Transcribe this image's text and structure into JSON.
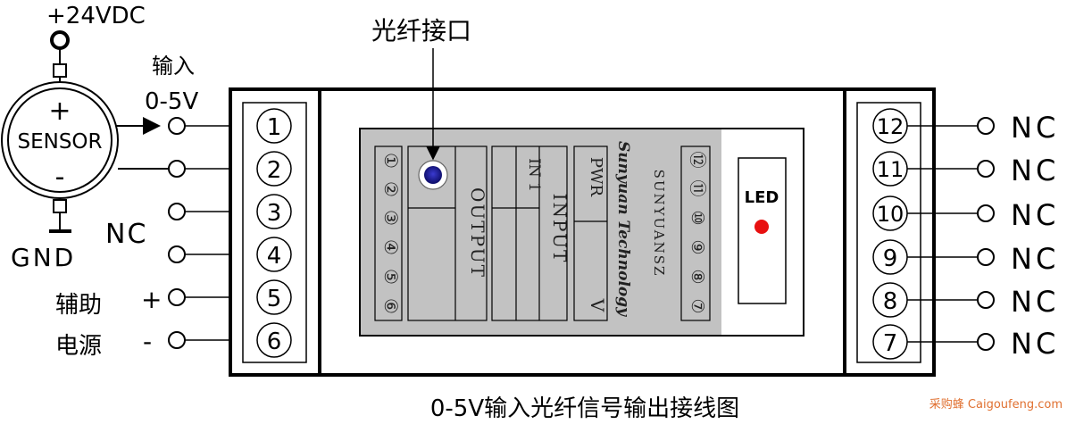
{
  "sensor": {
    "supply": "+24VDC",
    "plus": "+",
    "label": "SENSOR",
    "minus": "-",
    "gnd": "GND"
  },
  "input": {
    "label_line1": "输入",
    "label_line2": "0-5V"
  },
  "nc_left": "NC",
  "aux_power": {
    "line1": "辅助",
    "line2": "电源",
    "plus": "+",
    "minus": "-"
  },
  "fiber_port": "光纤接口",
  "left_terminals": [
    "1",
    "2",
    "3",
    "4",
    "5",
    "6"
  ],
  "right_terminals": [
    "12",
    "11",
    "10",
    "9",
    "8",
    "7"
  ],
  "right_labels": [
    "NC",
    "NC",
    "NC",
    "NC",
    "NC",
    "NC"
  ],
  "label_panel": {
    "left_circled": [
      "①",
      "②",
      "③",
      "④",
      "⑤",
      "⑥"
    ],
    "right_circled": [
      "⑫",
      "⑪",
      "⑩",
      "⑨",
      "⑧",
      "⑦"
    ],
    "output": "OUTPUT",
    "in1": "IN 1",
    "input": "INPUT",
    "pwr": "PWR",
    "v": "V",
    "company_italic": "Sunyuan Technology",
    "brand": "SUNYUANSZ"
  },
  "led": "LED",
  "caption": "0-5V输入光纤信号输出接线图",
  "watermark": "采购蜂 Caigoufeng.com",
  "colors": {
    "panel_gray": "#c2c2c2",
    "led_red": "#e81010",
    "fiber_blue": "#1a1a8c",
    "watermark": "#e07030"
  }
}
